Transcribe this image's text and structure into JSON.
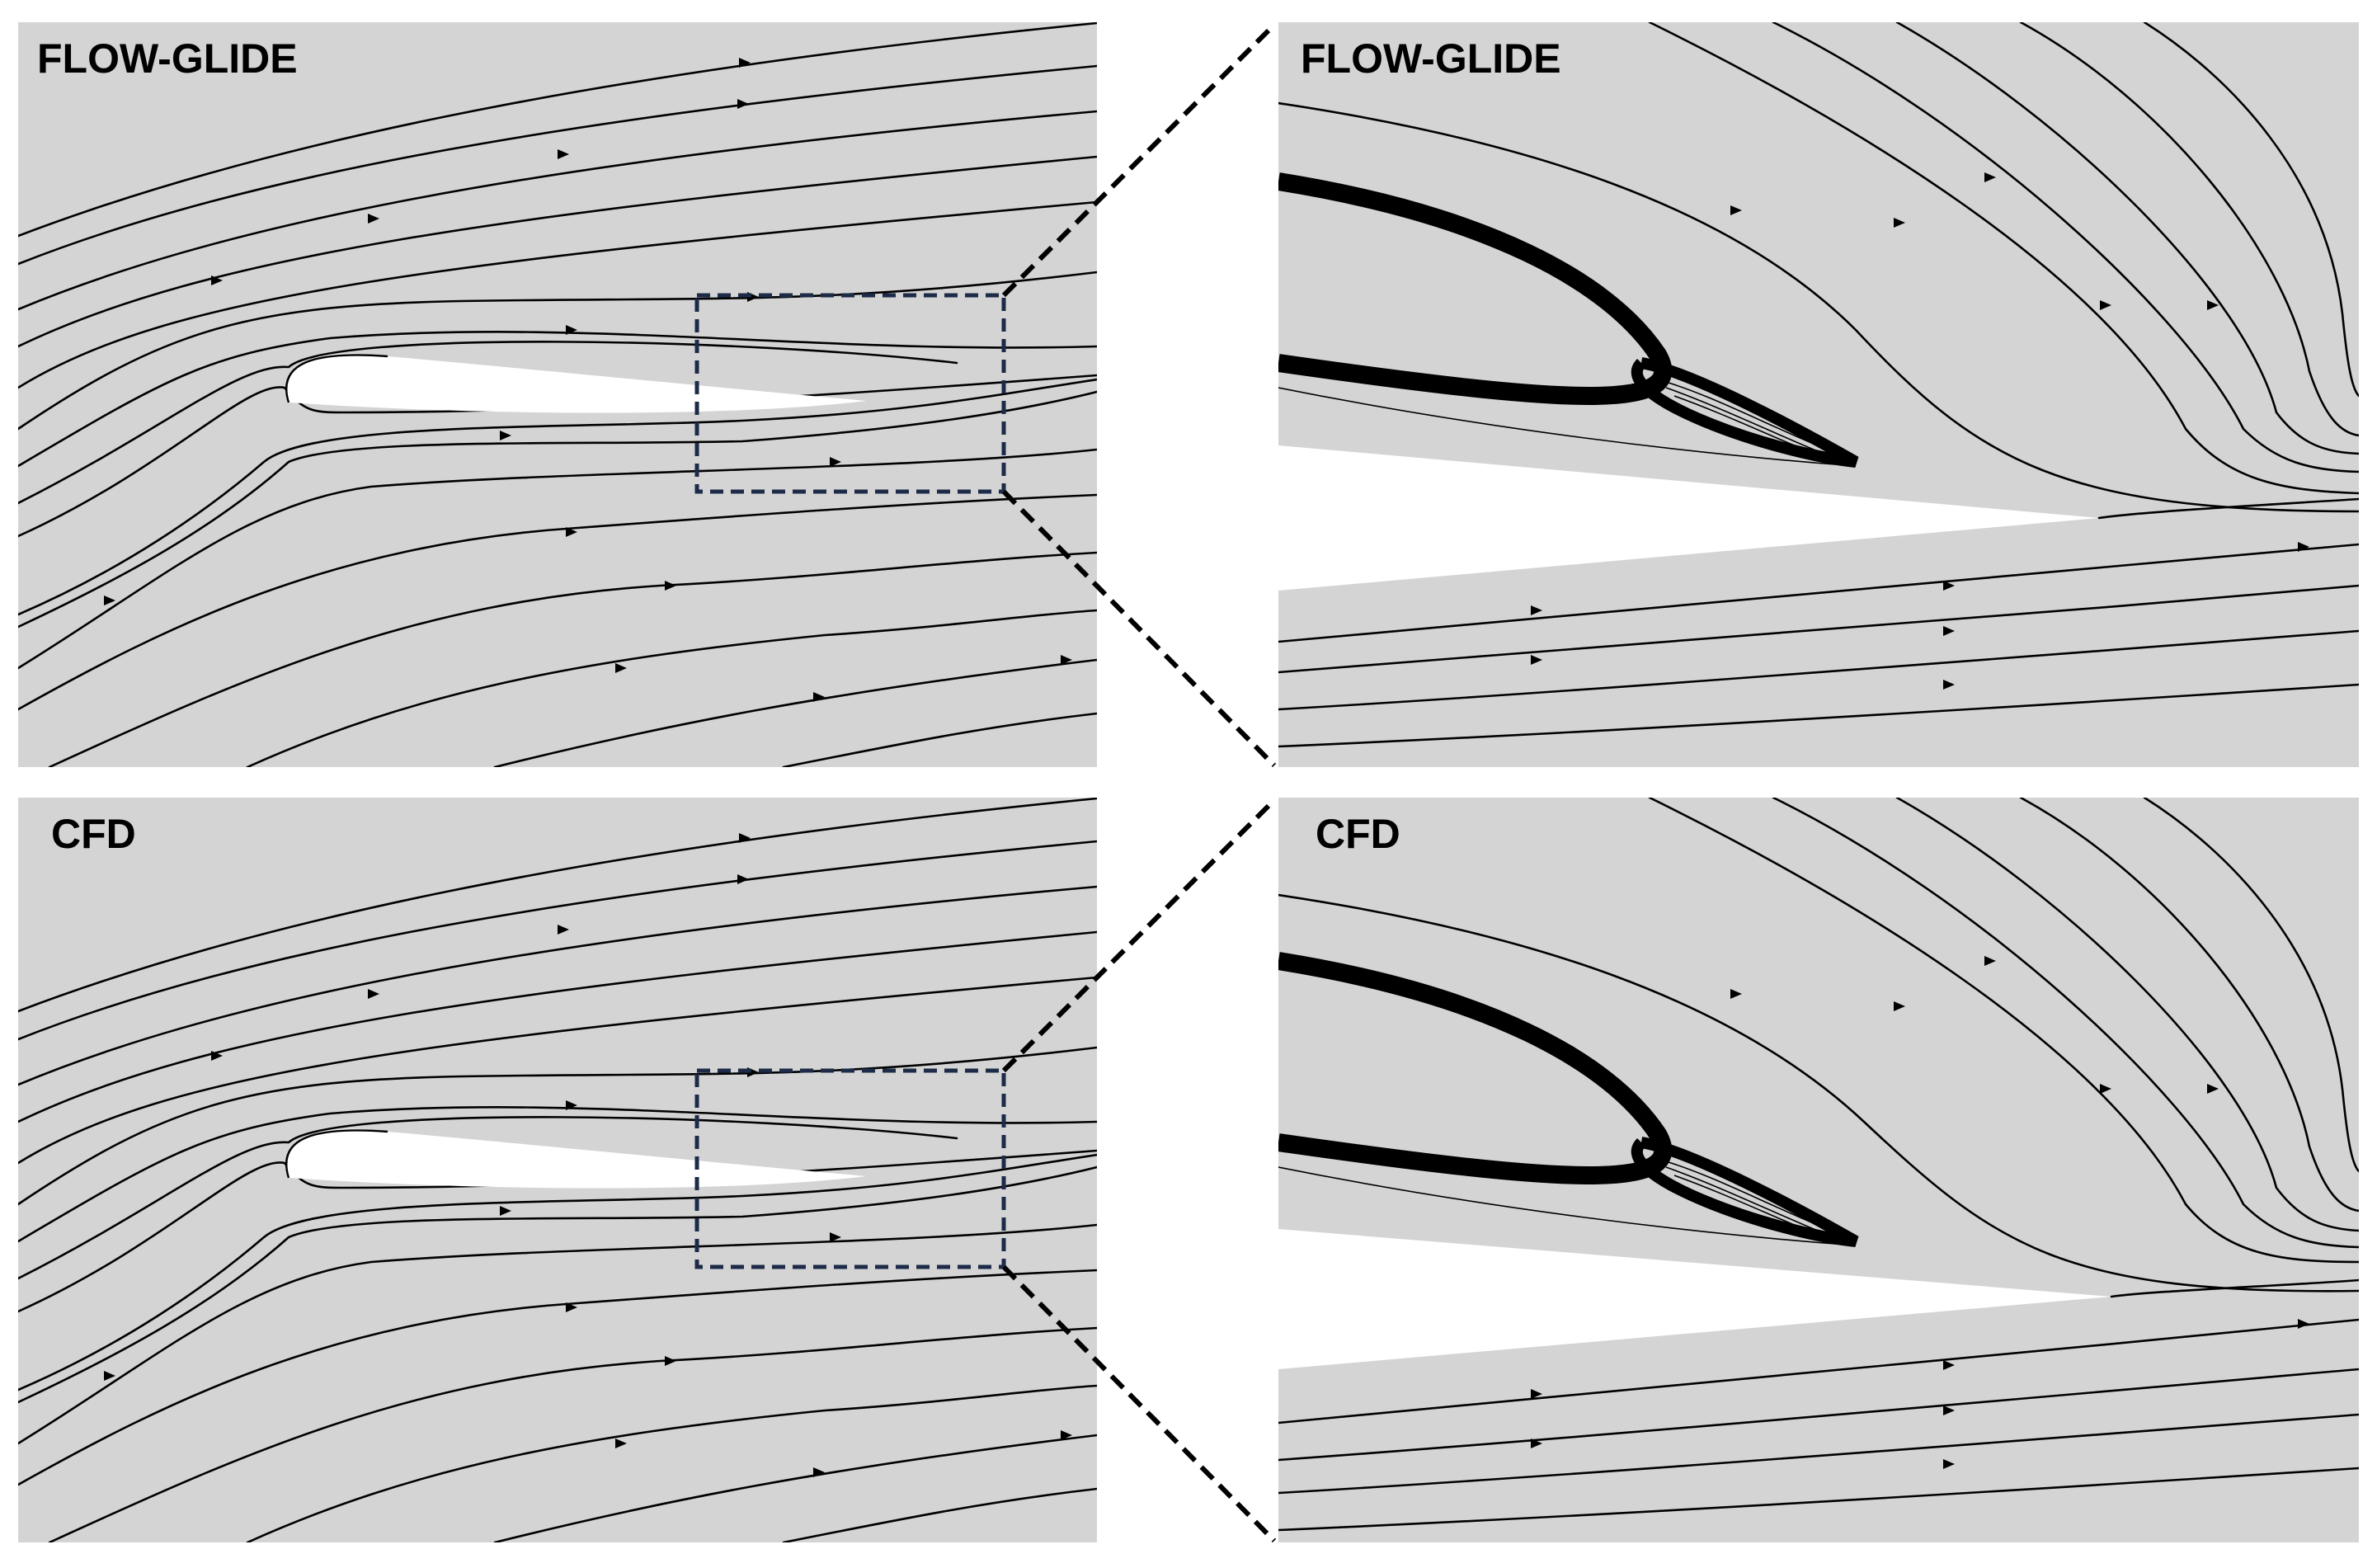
{
  "figure": {
    "panels": [
      {
        "id": "top-left",
        "label": "FLOW-GLIDE",
        "view": "full"
      },
      {
        "id": "top-right",
        "label": "FLOW-GLIDE",
        "view": "zoom"
      },
      {
        "id": "bottom-left",
        "label": "CFD",
        "view": "full"
      },
      {
        "id": "bottom-right",
        "label": "CFD",
        "view": "zoom"
      }
    ],
    "colors": {
      "background": "#ffffff",
      "fluid_domain": "#d4d4d4",
      "streamline": "#000000",
      "zoom_box": "#1d2b48"
    },
    "description_elements": {
      "zoom_indicator": "dashed rectangle with dashed connector lines to zoomed panel"
    }
  }
}
